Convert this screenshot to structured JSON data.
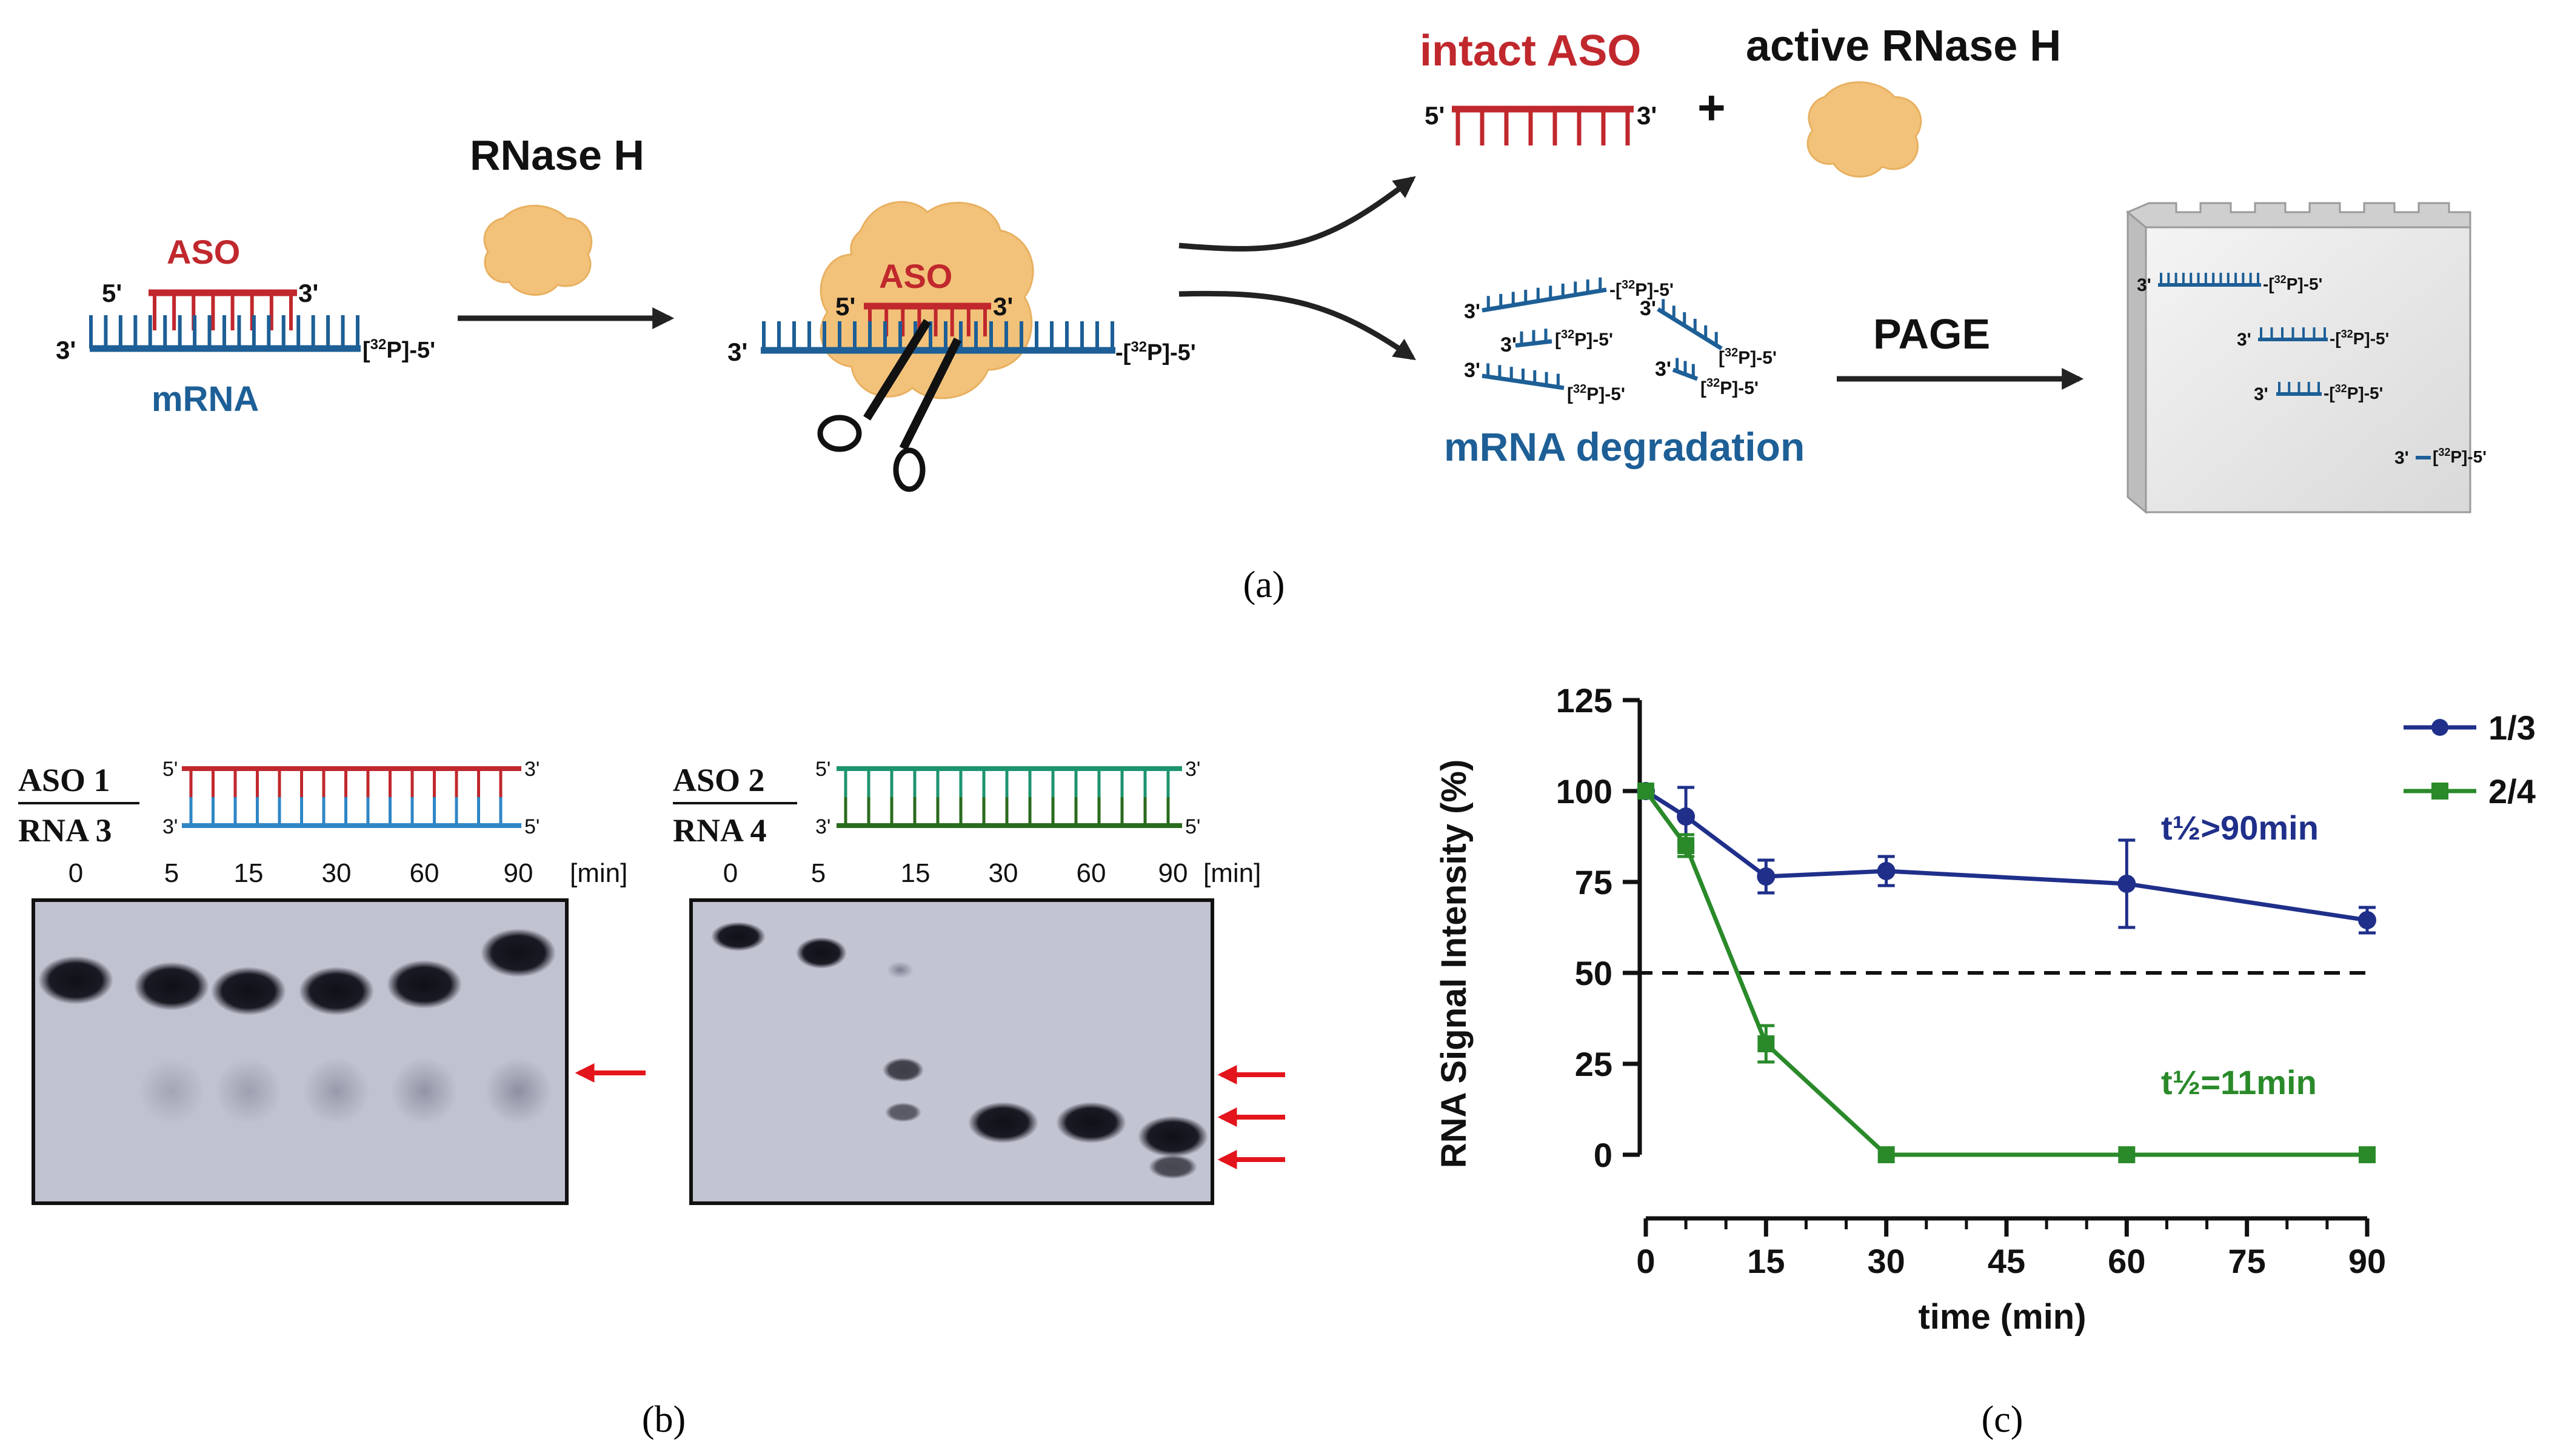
{
  "panel_a": {
    "label": "(a)",
    "rnase_h_label": "RNase H",
    "aso_label": "ASO",
    "mrna_label": "mRNA",
    "five_prime": "5'",
    "three_prime": "3'",
    "label_32p": "[32P]-5'",
    "p32_sup": "32",
    "p_suffix": "P]-5'",
    "p_prefix": "[",
    "p_prefix_dash": "-[",
    "intact_aso": "intact ASO",
    "plus": "+",
    "active_rnase_h": "active RNase H",
    "mrna_degradation": "mRNA degradation",
    "page_label": "PAGE",
    "colors": {
      "aso": "#c0282d",
      "mrna": "#1d5f96",
      "enzyme": "#f2c27a",
      "arrow": "#222222"
    }
  },
  "panel_b": {
    "label": "(b)",
    "gels": [
      {
        "top_label": "ASO 1",
        "bottom_label": "RNA 3",
        "strand_top_color": "#c0282d",
        "strand_bottom_color": "#2f86c5",
        "lanes": [
          "0",
          "5",
          "15",
          "30",
          "60",
          "90"
        ],
        "unit": "[min]",
        "arrows": 1
      },
      {
        "top_label": "ASO 2",
        "bottom_label": "RNA 4",
        "strand_top_color": "#1d9470",
        "strand_bottom_color": "#2a6b1e",
        "lanes": [
          "0",
          "5",
          "15",
          "30",
          "60",
          "90"
        ],
        "unit": "[min]",
        "arrows": 3
      }
    ],
    "arrow_color": "#e3141b"
  },
  "panel_c": {
    "label": "(c)",
    "annotation_13": "t½>90min",
    "annotation_24": "t½=11min"
  },
  "chart_data": {
    "type": "line",
    "xlabel": "time (min)",
    "ylabel": "RNA Signal Intensity (%)",
    "xlim": [
      0,
      90
    ],
    "ylim": [
      0,
      125
    ],
    "xticks": [
      0,
      15,
      30,
      45,
      60,
      75,
      90
    ],
    "yticks": [
      0,
      25,
      50,
      75,
      100,
      125
    ],
    "reference_line": 50,
    "legend_position": "top-right",
    "series": [
      {
        "name": "1/3",
        "color": "#1f2f8a",
        "marker": "circle",
        "x": [
          0,
          5,
          15,
          30,
          60,
          90
        ],
        "y": [
          100,
          93,
          76.5,
          78,
          74.5,
          64.5
        ],
        "err": [
          0,
          8,
          4.5,
          4,
          12,
          3.5
        ]
      },
      {
        "name": "2/4",
        "color": "#2a8a2a",
        "marker": "square",
        "x": [
          0,
          5,
          15,
          30,
          60,
          90
        ],
        "y": [
          100,
          85,
          30.5,
          0,
          0,
          0
        ],
        "err": [
          0,
          3,
          5,
          0,
          0,
          0
        ]
      }
    ]
  }
}
